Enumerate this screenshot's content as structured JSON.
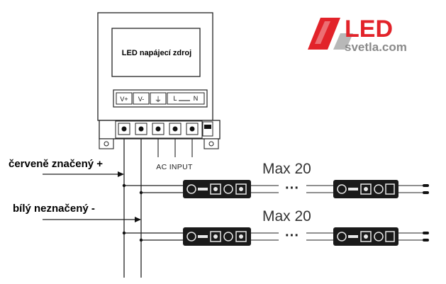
{
  "logo": {
    "led_text": "LED",
    "domain_text": "svetla.com",
    "colors": {
      "red": "#e2232a",
      "grey": "#8a8a8a"
    }
  },
  "power_supply": {
    "title": "LED napájecí zdroj",
    "terminal_labels": [
      "V+",
      "V-",
      "⏚",
      "L",
      "N"
    ],
    "ac_input_label": "AC INPUT"
  },
  "wires": {
    "positive_label": "červeně značený +",
    "negative_label": "bílý neznačený -"
  },
  "module_rows": [
    {
      "max_label": "Max 20",
      "ellipsis": "···"
    },
    {
      "max_label": "Max 20",
      "ellipsis": "···"
    }
  ],
  "colors": {
    "line": "#222222",
    "module": "#1a1a1a",
    "module_light": "#e8e8e8"
  }
}
